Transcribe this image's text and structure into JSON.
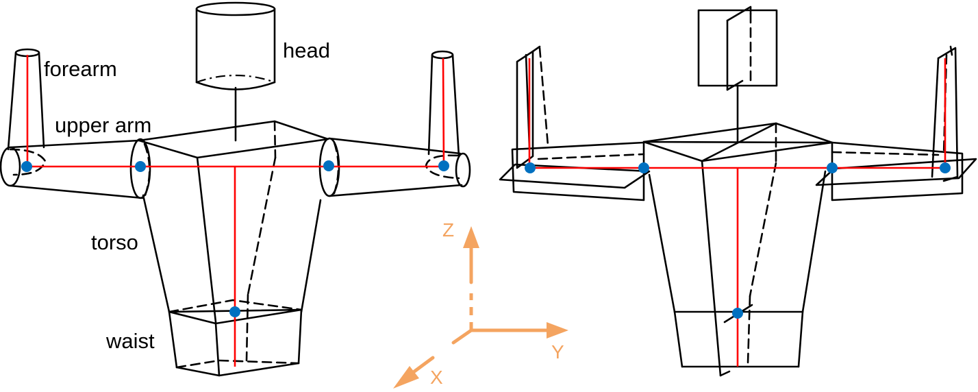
{
  "labels": {
    "head": "head",
    "forearm": "forearm",
    "upper_arm": "upper arm",
    "torso": "torso",
    "waist": "waist"
  },
  "axes": {
    "z": "Z",
    "y": "Y",
    "x": "X"
  },
  "colors": {
    "outline": "#000000",
    "link_line": "#ff0000",
    "joint": "#0070c0",
    "axis": "#f4a460"
  }
}
